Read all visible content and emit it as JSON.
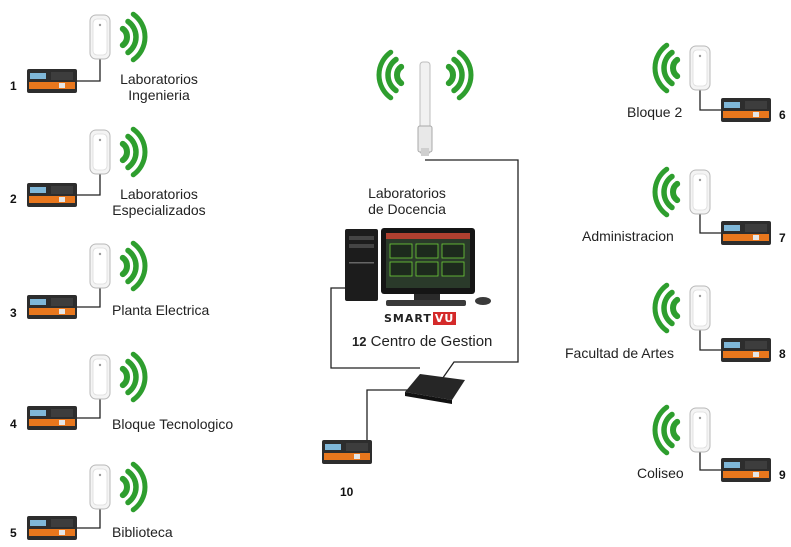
{
  "sites": [
    {
      "id": "1",
      "label_lines": [
        "Laboratorios",
        "Ingenieria"
      ]
    },
    {
      "id": "2",
      "label_lines": [
        "Laboratorios",
        "Especializados"
      ]
    },
    {
      "id": "3",
      "label_lines": [
        "Planta Electrica"
      ]
    },
    {
      "id": "4",
      "label_lines": [
        "Bloque  Tecnologico"
      ]
    },
    {
      "id": "5",
      "label_lines": [
        "Biblioteca"
      ]
    },
    {
      "id": "6",
      "label_lines": [
        "Bloque 2"
      ]
    },
    {
      "id": "7",
      "label_lines": [
        "Administracion"
      ]
    },
    {
      "id": "8",
      "label_lines": [
        "Facultad de Artes"
      ]
    },
    {
      "id": "9",
      "label_lines": [
        "Coliseo"
      ]
    }
  ],
  "center": {
    "title_line1": "Laboratorios",
    "title_line2": "de Docencia",
    "brand_text": "SMART",
    "brand_accent": "VU",
    "gestion_number": "12",
    "gestion_label": "Centro de Gestion"
  },
  "local_meter": {
    "id": "10"
  },
  "colors": {
    "wifi_green": "#2e9e2e",
    "brand_red": "#d42a2a",
    "meter_orange": "#e8771d",
    "line": "#222222"
  },
  "icons": [
    "wifi-signal-icon",
    "access-point-icon",
    "energy-meter-icon",
    "omni-antenna-icon",
    "workstation-icon",
    "network-switch-icon"
  ]
}
